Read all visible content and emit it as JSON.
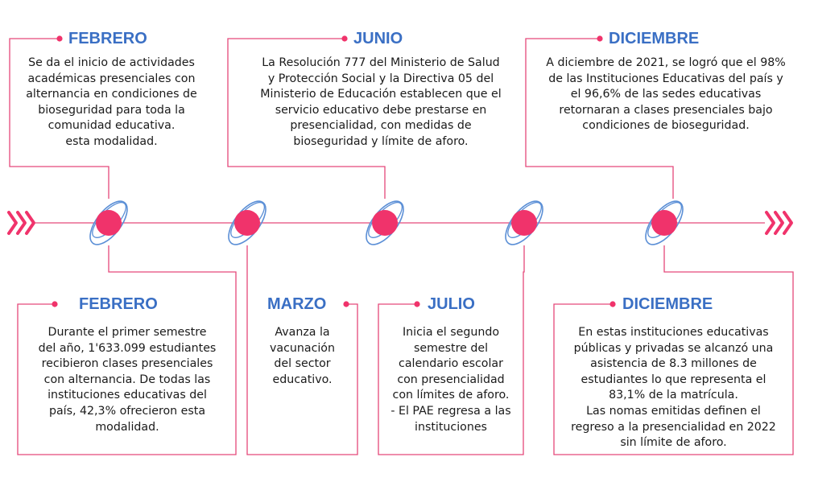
{
  "events": [
    {
      "id": "top-1",
      "title": "FEBRERO",
      "lines": [
        "Se da el inicio de actividades",
        "académicas presenciales con",
        "alternancia en condiciones de",
        "bioseguridad para toda la",
        "comunidad educativa.",
        "esta modalidad."
      ]
    },
    {
      "id": "top-2",
      "title": "JUNIO",
      "lines": [
        "La Resolución 777 del Ministerio de Salud",
        "y Protección Social y la Directiva 05 del",
        "Ministerio de Educación establecen que el",
        "servicio educativo debe prestarse en",
        "presencialidad, con medidas de",
        "bioseguridad y límite de aforo."
      ]
    },
    {
      "id": "top-3",
      "title": "DICIEMBRE",
      "lines": [
        "A diciembre de 2021, se logró que el 98%",
        "de las Instituciones Educativas del país y",
        "el 96,6% de las sedes educativas",
        "retornaran a clases presenciales bajo",
        "condiciones de bioseguridad."
      ]
    },
    {
      "id": "bottom-1",
      "title": "FEBRERO",
      "lines": [
        "Durante el primer semestre",
        "del año, 1'633.099 estudiantes",
        "recibieron clases presenciales",
        "con alternancia. De todas las",
        "instituciones educativas del",
        "país, 42,3% ofrecieron esta",
        "modalidad."
      ]
    },
    {
      "id": "bottom-2",
      "title": "MARZO",
      "lines": [
        "Avanza la",
        "vacunación",
        "del sector",
        "educativo."
      ]
    },
    {
      "id": "bottom-3",
      "title": "JULIO",
      "lines": [
        "Inicia el segundo",
        "semestre del",
        "calendario escolar",
        "con presencialidad",
        "con límites de aforo.",
        "- El PAE regresa a las",
        "instituciones"
      ]
    },
    {
      "id": "bottom-4",
      "title": "DICIEMBRE",
      "lines": [
        "En estas instituciones educativas",
        "públicas y privadas se alcanzó una",
        "asistencia de 8.3 millones de",
        "estudiantes lo que representa el",
        "83,1% de la matrícula.",
        "Las nomas emitidas definen el",
        "regreso a la presencialidad en 2022",
        "sin límite de aforo."
      ]
    }
  ],
  "colors": {
    "accent": "#f0336b",
    "title": "#3a6fc4",
    "orbit": "#5b8fd6",
    "text": "#1a1a1a",
    "frame": "#e5497a"
  }
}
